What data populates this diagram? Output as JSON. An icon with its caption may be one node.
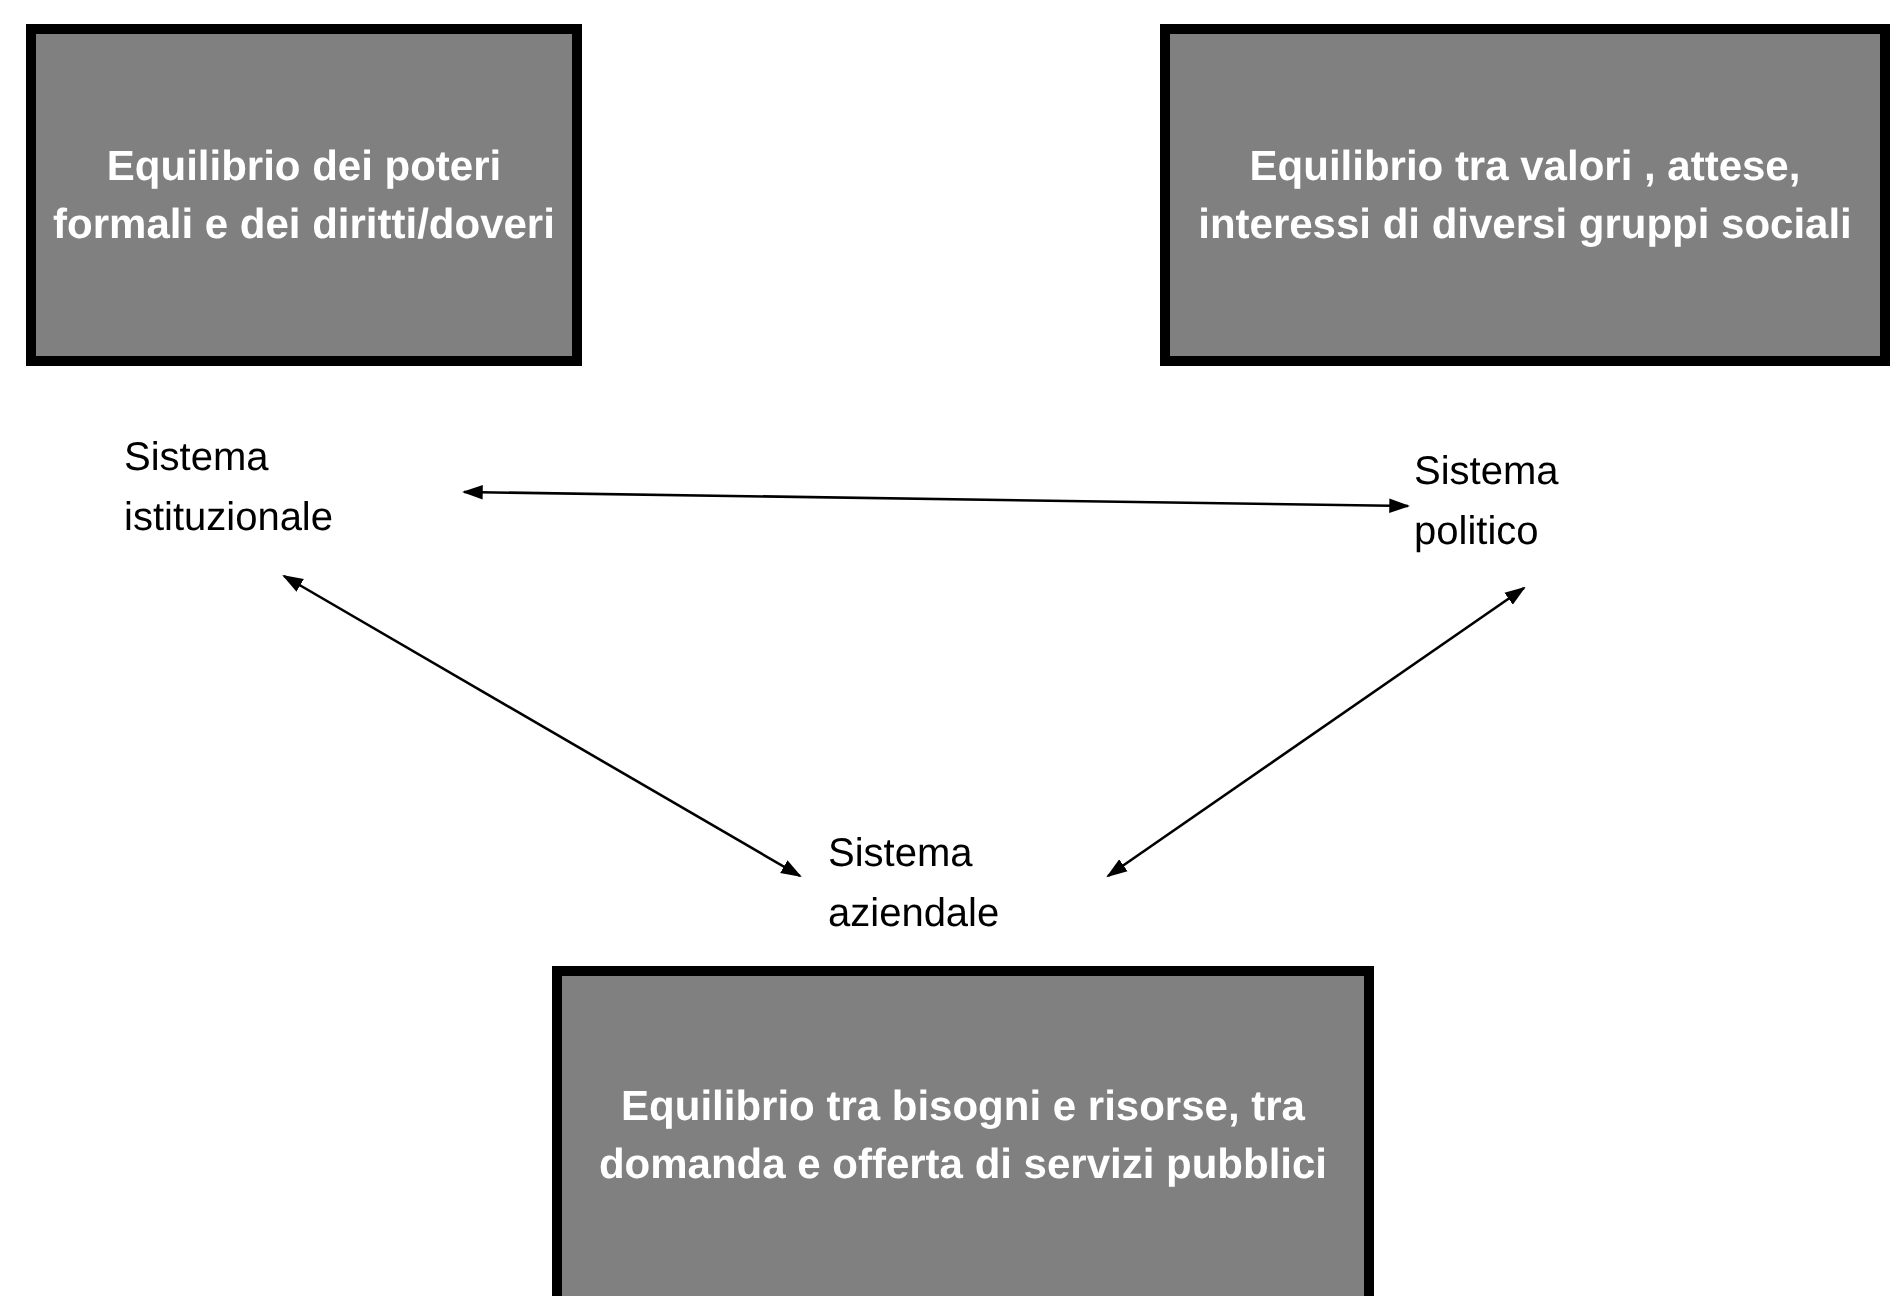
{
  "diagram": {
    "nodes": [
      {
        "text": [
          "Equilibrio dei poteri formali e dei diritti/doveri"
        ]
      },
      {
        "text": [
          "Equilibrio tra  valori , attese, interessi di diversi gruppi sociali"
        ]
      },
      {
        "text": [
          "Sistema istituzionale"
        ]
      },
      {
        "text": [
          "Sistema politico"
        ]
      },
      {
        "text": [
          "Sistema aziendale"
        ]
      },
      {
        "text": [
          "Equilibrio tra bisogni e risorse, tra domanda e offerta di servizi pubblici"
        ]
      }
    ],
    "edges": [
      {
        "from": 2,
        "to": 3,
        "arrow": "both"
      },
      {
        "from": 2,
        "to": 4,
        "arrow": "both"
      },
      {
        "from": 3,
        "to": 4,
        "arrow": "both"
      }
    ]
  }
}
